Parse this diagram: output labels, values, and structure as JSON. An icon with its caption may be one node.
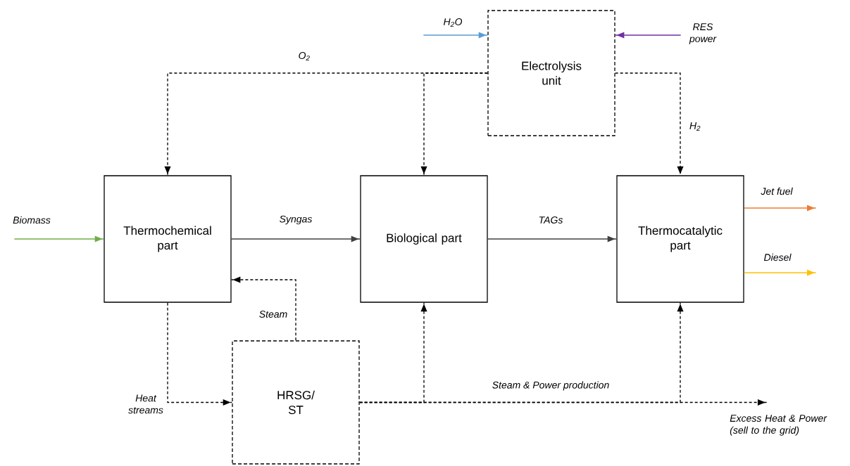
{
  "diagram": {
    "nodes": [
      {
        "text": [
          "Electrolysis unit"
        ]
      },
      {
        "text": [
          "Thermochemical part"
        ]
      },
      {
        "text": [
          "Biological part"
        ]
      },
      {
        "text": [
          "Thermocatalytic part"
        ]
      },
      {
        "text": [
          "HRSG/ ST"
        ]
      }
    ],
    "edges": [
      {
        "from": null,
        "to": 1,
        "arrow": "to",
        "label": "Biomass",
        "color": "#70ad47"
      },
      {
        "from": null,
        "to": 0,
        "arrow": "to",
        "label": "H$_{2}$O",
        "color": "#5b9bd5"
      },
      {
        "from": null,
        "to": 0,
        "arrow": "to",
        "label": "RES power",
        "color": "#7030a0"
      },
      {
        "from": 0,
        "to": 1,
        "arrow": "to",
        "label": "O$_{2}$",
        "style": "dashed"
      },
      {
        "from": 0,
        "to": 2,
        "arrow": "to",
        "style": "dashed"
      },
      {
        "from": 0,
        "to": 3,
        "arrow": "to",
        "label": "H$_{2}$",
        "style": "dashed"
      },
      {
        "from": 1,
        "to": 2,
        "arrow": "to",
        "label": "Syngas",
        "color": "#404040"
      },
      {
        "from": 2,
        "to": 3,
        "arrow": "to",
        "label": "TAGs",
        "color": "#404040"
      },
      {
        "from": 3,
        "to": null,
        "arrow": "to",
        "label": "Jet fuel",
        "color": "#ed7d31"
      },
      {
        "from": 3,
        "to": null,
        "arrow": "to",
        "label": "Diesel",
        "color": "#ffc000"
      },
      {
        "from": 4,
        "to": 1,
        "arrow": "to",
        "label": "Steam",
        "style": "dashed"
      },
      {
        "from": 1,
        "to": 4,
        "arrow": "to",
        "label": "Heat streams",
        "style": "dashed"
      },
      {
        "from": 4,
        "to": 2,
        "arrow": "to",
        "style": "dashed"
      },
      {
        "from": 4,
        "to": 3,
        "arrow": "to",
        "label": "Steam & Power production",
        "style": "dashed"
      },
      {
        "from": 4,
        "to": null,
        "arrow": "to",
        "label": "Excess Heat & Power (sell to the grid)",
        "style": "dashed"
      }
    ]
  }
}
